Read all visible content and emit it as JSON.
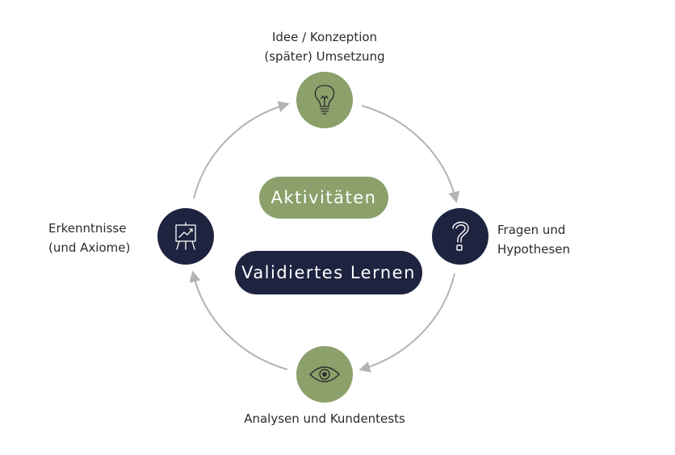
{
  "diagram": {
    "colors": {
      "green": "#8ca06b",
      "navy": "#1e2340",
      "arrow": "#b3b3b3",
      "text": "#2b2b2b"
    },
    "center": {
      "activities_label": "Aktivitäten",
      "validated_learning_label": "Validiertes Lernen"
    },
    "nodes": [
      {
        "id": "idea",
        "icon": "lightbulb-icon",
        "lines": [
          "Idee / Konzeption",
          "(später) Umsetzung"
        ]
      },
      {
        "id": "questions",
        "icon": "question-mark-icon",
        "lines": [
          "Fragen und",
          "Hypothesen"
        ]
      },
      {
        "id": "analysis",
        "icon": "eye-icon",
        "lines": [
          "Analysen und Kundentests"
        ]
      },
      {
        "id": "insights",
        "icon": "chart-board-icon",
        "lines": [
          "Erkenntnisse",
          "(und Axiome)"
        ]
      }
    ]
  }
}
